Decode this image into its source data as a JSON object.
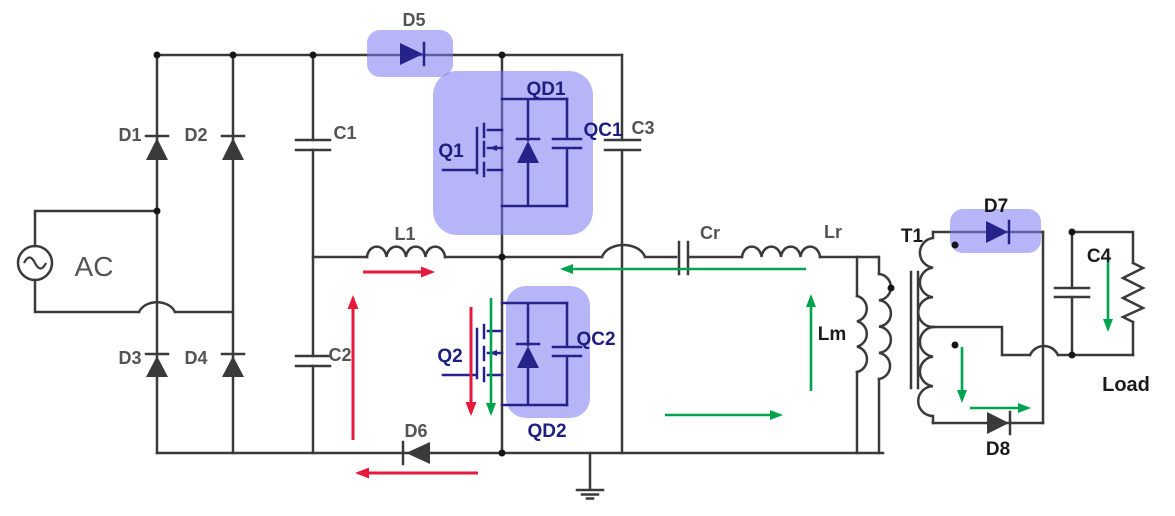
{
  "title": "AC-DC converter with half-bridge LLC resonant stage circuit diagram",
  "colors": {
    "background": "#ffffff",
    "wire": "#3a3a3a",
    "dot": "#161616",
    "label_gray": "#545454",
    "label_dark": "#1a1a1a",
    "navy": "#23238a",
    "navy_label": "#1e1e7e",
    "highlight": "rgba(121,121,240,0.55)",
    "arrow_red": "#e6183c",
    "arrow_green": "#00a44f"
  },
  "labels": {
    "ac": "AC",
    "d1": "D1",
    "d2": "D2",
    "d3": "D3",
    "d4": "D4",
    "d5": "D5",
    "d6": "D6",
    "d7": "D7",
    "d8": "D8",
    "c1": "C1",
    "c2": "C2",
    "c3": "C3",
    "c4": "C4",
    "l1": "L1",
    "cr": "Cr",
    "lr": "Lr",
    "lm": "Lm",
    "t1": "T1",
    "load": "Load",
    "q1": "Q1",
    "q2": "Q2",
    "qd1": "QD1",
    "qc1": "QC1",
    "qd2": "QD2",
    "qc2": "QC2"
  },
  "components": [
    {
      "id": "AC",
      "type": "ac-source"
    },
    {
      "id": "D1",
      "type": "diode"
    },
    {
      "id": "D2",
      "type": "diode"
    },
    {
      "id": "D3",
      "type": "diode"
    },
    {
      "id": "D4",
      "type": "diode"
    },
    {
      "id": "C1",
      "type": "capacitor"
    },
    {
      "id": "C2",
      "type": "capacitor"
    },
    {
      "id": "D5",
      "type": "diode",
      "highlighted": true
    },
    {
      "id": "L1",
      "type": "inductor"
    },
    {
      "id": "Q1",
      "type": "mosfet",
      "highlighted": true
    },
    {
      "id": "QD1",
      "type": "body-diode",
      "highlighted": true
    },
    {
      "id": "QC1",
      "type": "parallel-capacitor",
      "highlighted": true
    },
    {
      "id": "Q2",
      "type": "mosfet"
    },
    {
      "id": "QD2",
      "type": "body-diode",
      "highlighted": true
    },
    {
      "id": "QC2",
      "type": "parallel-capacitor",
      "highlighted": true
    },
    {
      "id": "C3",
      "type": "capacitor"
    },
    {
      "id": "D6",
      "type": "diode"
    },
    {
      "id": "Cr",
      "type": "resonant-capacitor"
    },
    {
      "id": "Lr",
      "type": "resonant-inductor"
    },
    {
      "id": "Lm",
      "type": "magnetizing-inductance"
    },
    {
      "id": "T1",
      "type": "transformer-center-tapped"
    },
    {
      "id": "D7",
      "type": "diode",
      "highlighted": true
    },
    {
      "id": "D8",
      "type": "diode"
    },
    {
      "id": "C4",
      "type": "output-capacitor"
    },
    {
      "id": "Load",
      "type": "resistor"
    }
  ],
  "flow_arrows": {
    "red": [
      {
        "at": "after L1",
        "direction": "right"
      },
      {
        "at": "beside C2",
        "direction": "up"
      },
      {
        "at": "through Q2",
        "direction": "down"
      },
      {
        "at": "bottom rail near D6",
        "direction": "left"
      }
    ],
    "green": [
      {
        "at": "mid rail under Cr",
        "direction": "left"
      },
      {
        "at": "through QD2",
        "direction": "down"
      },
      {
        "at": "through Lm",
        "direction": "up"
      },
      {
        "at": "bottom rail to transformer",
        "direction": "right"
      },
      {
        "at": "secondary bottom winding",
        "direction": "down"
      },
      {
        "at": "toward D8",
        "direction": "right"
      },
      {
        "at": "through C4 to Load",
        "direction": "down"
      }
    ]
  }
}
